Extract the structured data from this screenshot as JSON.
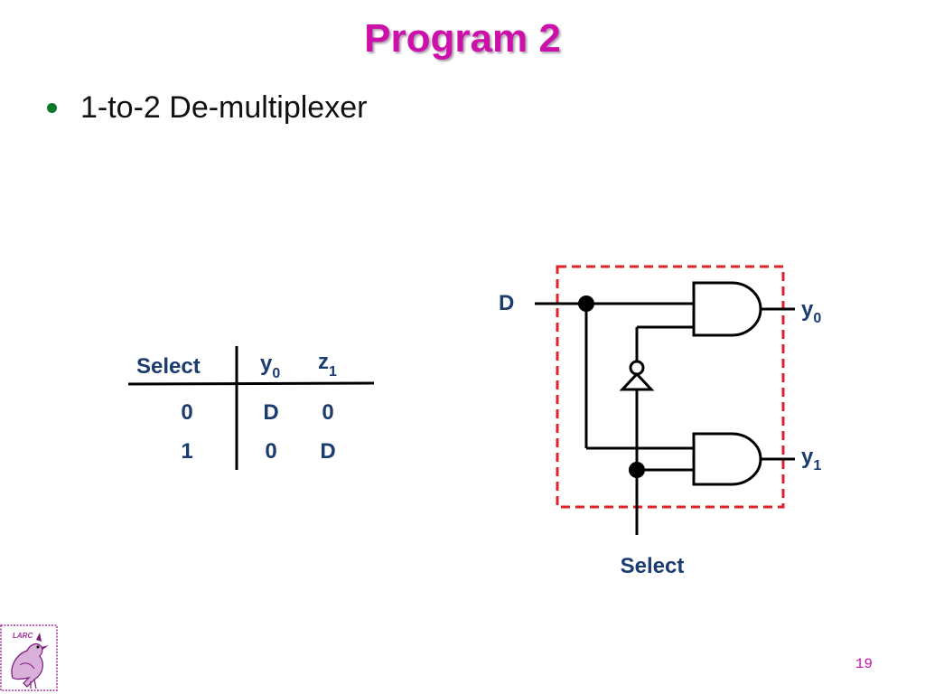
{
  "slide": {
    "title": "Program 2",
    "bullet": "1-to-2 De-multiplexer",
    "page_number": "19"
  },
  "truth_table": {
    "headers": {
      "select": "Select",
      "col2_main": "y",
      "col2_sub": "0",
      "col3_main": "z",
      "col3_sub": "1"
    },
    "rows": [
      {
        "select": "0",
        "col2": "D",
        "col3": "0"
      },
      {
        "select": "1",
        "col2": "0",
        "col3": "D"
      }
    ]
  },
  "circuit": {
    "input_label": "D",
    "select_label": "Select",
    "output0_main": "y",
    "output0_sub": "0",
    "output1_main": "y",
    "output1_sub": "1",
    "gates": [
      "and-gate",
      "and-gate",
      "not-gate"
    ]
  },
  "logo": {
    "text": "LARC"
  },
  "colors": {
    "title": "#cc11aa",
    "bullet": "#0a7a2a",
    "labels": "#1a3c6e",
    "wire": "#000000",
    "box": "#e0202a",
    "logo": "#a0309a"
  }
}
